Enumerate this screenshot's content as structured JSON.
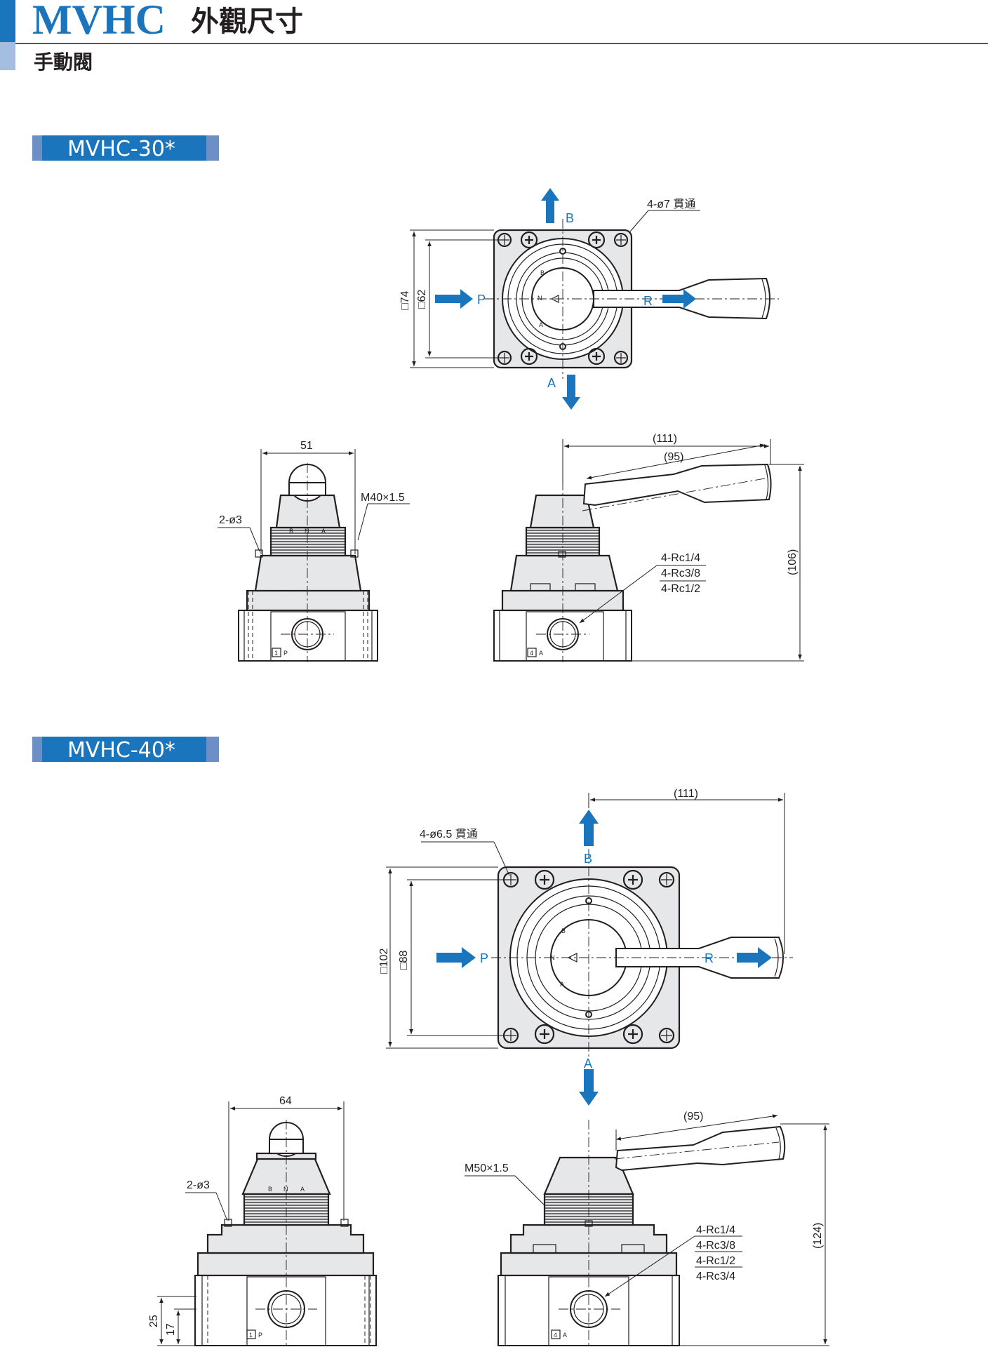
{
  "header": {
    "title": "MVHC",
    "title_cn": "外觀尺寸",
    "subtitle": "手動閥",
    "accent_color": "#1a75bc"
  },
  "section30": {
    "label": "MVHC-30*",
    "top": {
      "port_b": "B",
      "port_p": "P",
      "port_r": "R",
      "port_a": "A",
      "holes": "4-ø7 貫通",
      "dim_outer": "□74",
      "dim_inner": "□62"
    },
    "front": {
      "width": "51",
      "thread": "M40×1.5",
      "pin": "2-ø3",
      "port": "P",
      "port_num": "1",
      "knob": "B N A"
    },
    "side": {
      "dim_111": "(111)",
      "dim_95": "(95)",
      "dim_106": "(106)",
      "rc": [
        "4-Rc1/4",
        "4-Rc3/8",
        "4-Rc1/2"
      ],
      "port": "A",
      "port_num": "4"
    }
  },
  "section40": {
    "label": "MVHC-40*",
    "top": {
      "port_b": "B",
      "port_p": "P",
      "port_r": "R",
      "port_a": "A",
      "holes": "4-ø6.5 貫通",
      "dim_outer": "□102",
      "dim_inner": "□88",
      "dim_111": "(111)"
    },
    "front": {
      "width": "64",
      "pin": "2-ø3",
      "dim_25": "25",
      "dim_17": "17",
      "port": "P",
      "port_num": "1",
      "knob_b": "B",
      "knob_n": "N",
      "knob_a": "A"
    },
    "side": {
      "thread": "M50×1.5",
      "dim_95": "(95)",
      "dim_124": "(124)",
      "rc": [
        "4-Rc1/4",
        "4-Rc3/8",
        "4-Rc1/2",
        "4-Rc3/4"
      ],
      "port": "A",
      "port_num": "4"
    }
  }
}
